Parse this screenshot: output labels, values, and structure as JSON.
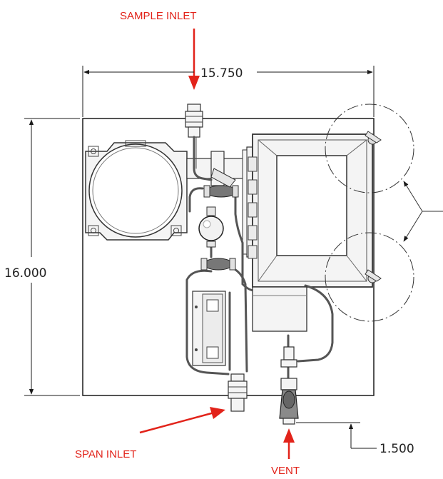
{
  "labels": {
    "sample_inlet": "SAMPLE INLET",
    "span_inlet": "SPAN INLET",
    "vent": "VENT"
  },
  "dimensions": {
    "width": "15.750",
    "height": "16.000",
    "offset": "1.500"
  },
  "colors": {
    "callout": "#e2231a",
    "linework": "#1a1a1a"
  }
}
